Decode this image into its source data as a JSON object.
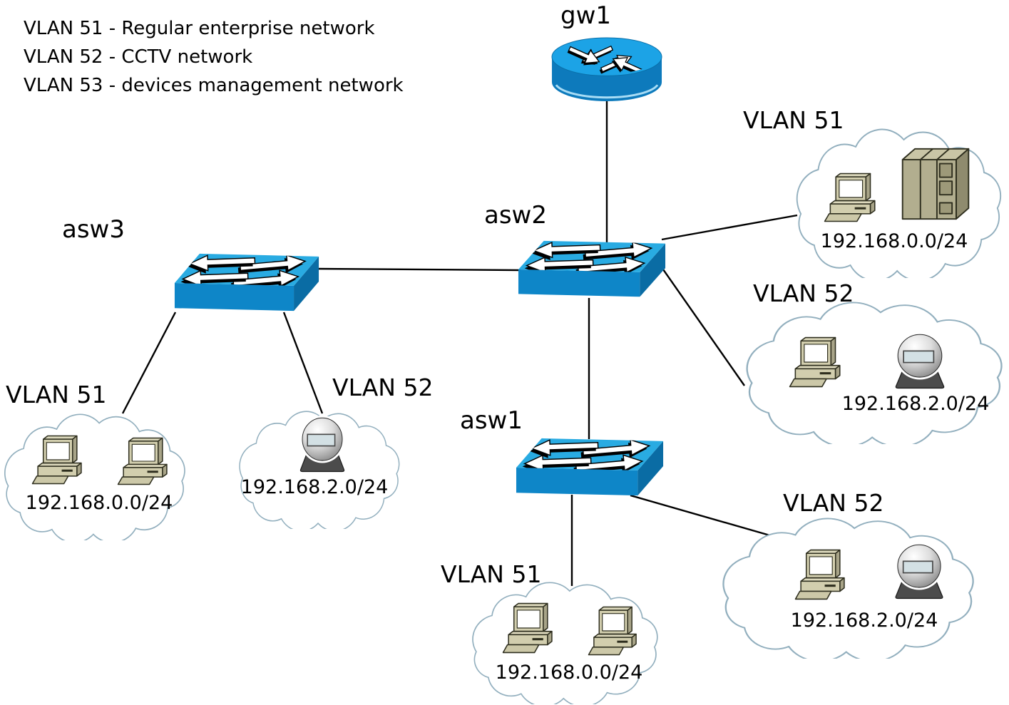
{
  "legend": {
    "lines": [
      "VLAN 51 - Regular enterprise network",
      "VLAN 52 - CCTV network",
      "VLAN 53 - devices management network"
    ]
  },
  "nodes": {
    "gw1": {
      "label": "gw1",
      "type": "router"
    },
    "asw2": {
      "label": "asw2",
      "type": "switch"
    },
    "asw3": {
      "label": "asw3",
      "type": "switch"
    },
    "asw1": {
      "label": "asw1",
      "type": "switch"
    }
  },
  "clouds": [
    {
      "vlan": "VLAN 51",
      "subnet": "192.168.0.0/24",
      "devices": [
        "workstation",
        "server"
      ],
      "position": "top-right",
      "connected_to": "asw2"
    },
    {
      "vlan": "VLAN 52",
      "subnet": "192.168.2.0/24",
      "devices": [
        "workstation",
        "cctv-camera"
      ],
      "position": "middle-right",
      "connected_to": "asw2"
    },
    {
      "vlan": "VLAN 51",
      "subnet": "192.168.0.0/24",
      "devices": [
        "workstation",
        "workstation"
      ],
      "position": "left",
      "connected_to": "asw3"
    },
    {
      "vlan": "VLAN 52",
      "subnet": "192.168.2.0/24",
      "devices": [
        "cctv-camera"
      ],
      "position": "center-left",
      "connected_to": "asw3"
    },
    {
      "vlan": "VLAN 51",
      "subnet": "192.168.0.0/24",
      "devices": [
        "workstation",
        "workstation"
      ],
      "position": "bottom-center",
      "connected_to": "asw1"
    },
    {
      "vlan": "VLAN 52",
      "subnet": "192.168.2.0/24",
      "devices": [
        "workstation",
        "cctv-camera"
      ],
      "position": "bottom-right",
      "connected_to": "asw1"
    }
  ],
  "links": [
    "gw1-asw2",
    "asw3-asw2",
    "asw2-vlan51-cloud",
    "asw2-vlan52-cloud",
    "asw2-asw1",
    "asw3-vlan51-cloud",
    "asw3-vlan52-cloud",
    "asw1-vlan51-cloud",
    "asw1-vlan52-cloud"
  ],
  "colors": {
    "device_blue_top": "#29ABE2",
    "device_blue_front": "#0E86C8",
    "device_blue_side": "#0A6CA4",
    "cloud_outline": "#92AFBE",
    "link": "#000000",
    "chassis_beige": "#D2CEAE",
    "camera_base": "#4C4C4C"
  }
}
